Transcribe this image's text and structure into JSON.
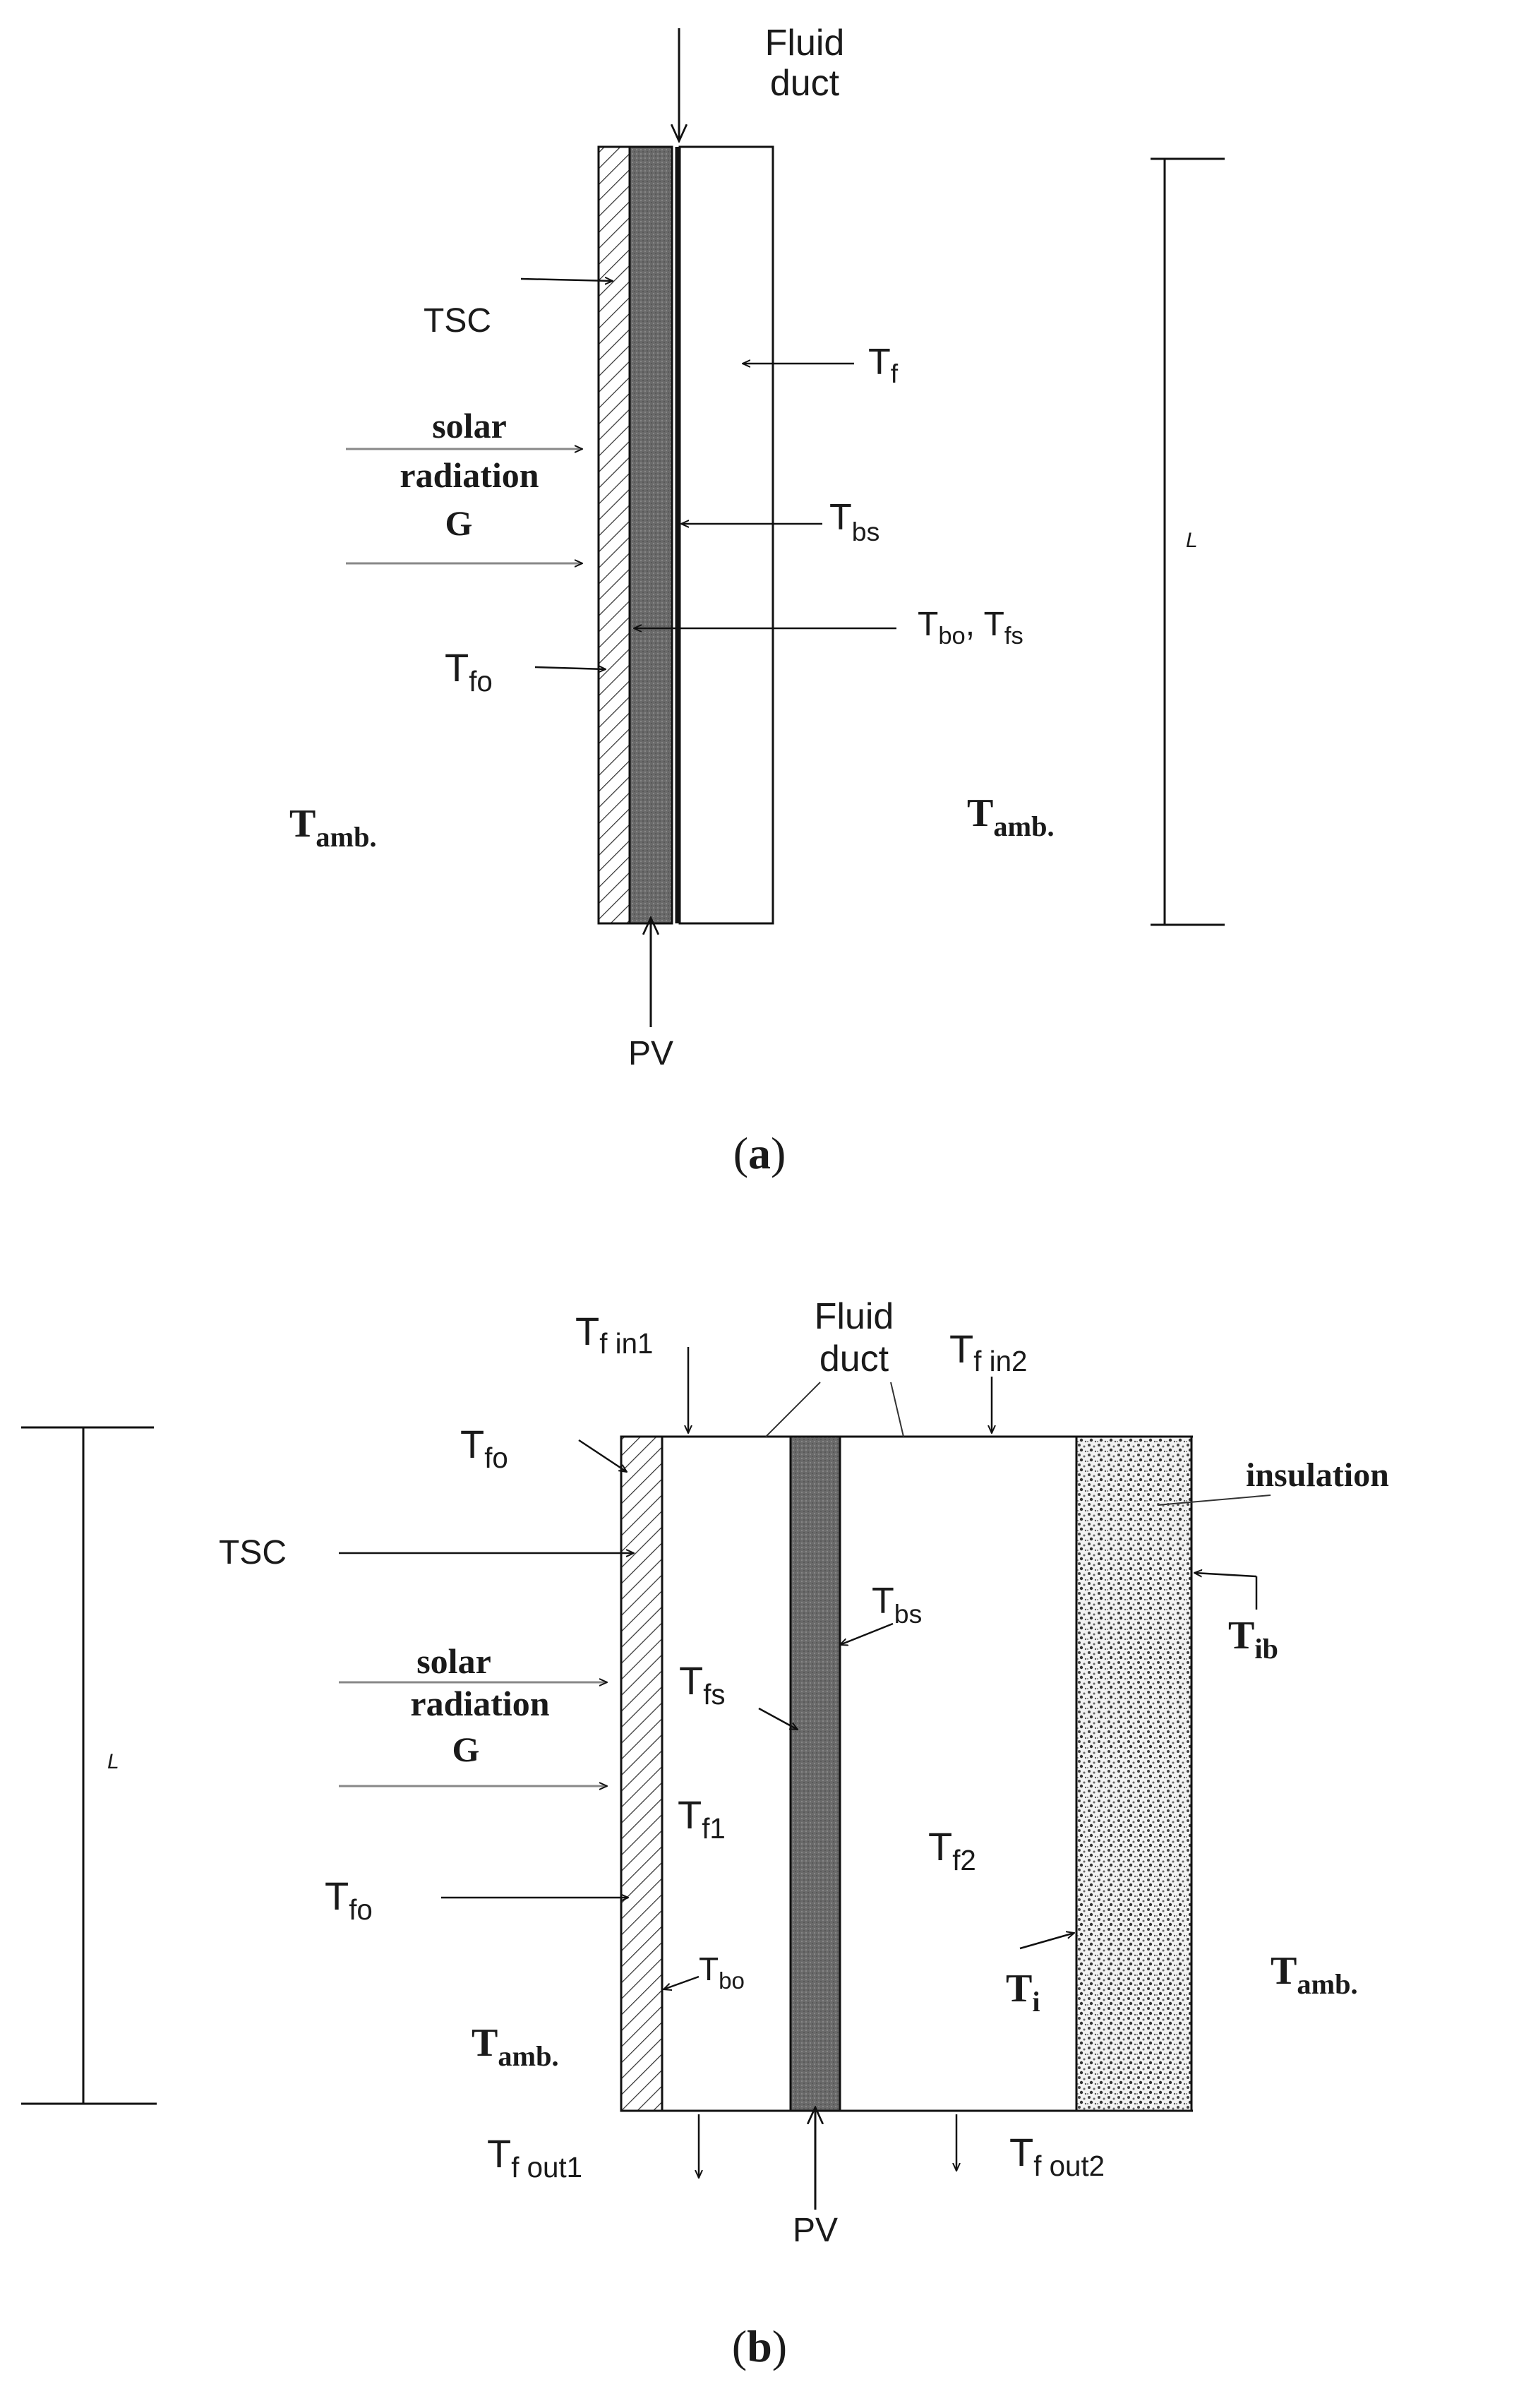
{
  "panel_a": {
    "caption_open": "(",
    "caption_letter": "a",
    "caption_close": ")",
    "fluid_duct": [
      "Fluid",
      "duct"
    ],
    "tsc": "TSC",
    "solar": [
      "solar",
      "radiation",
      "G"
    ],
    "t_f": {
      "main": "T",
      "sub": "f"
    },
    "t_bs": {
      "main": "T",
      "sub": "bs"
    },
    "t_bo_fs": {
      "main1": "T",
      "sub1": "bo",
      "sep": ", T",
      "sub2": "fs"
    },
    "t_fo": {
      "main": "T",
      "sub": "fo"
    },
    "t_amb_left": {
      "main": "T",
      "sub": "amb."
    },
    "t_amb_right": {
      "main": "T",
      "sub": "amb."
    },
    "pv": "PV",
    "length": "L"
  },
  "panel_b": {
    "caption_open": "(",
    "caption_letter": "b",
    "caption_close": ")",
    "fluid_duct": [
      "Fluid",
      "duct"
    ],
    "t_f_in1": {
      "main": "T",
      "sub": "f in1"
    },
    "t_f_in2": {
      "main": "T",
      "sub": "f in2"
    },
    "t_fo_top": {
      "main": "T",
      "sub": "fo"
    },
    "insulation": "insulation",
    "tsc": "TSC",
    "t_bs": {
      "main": "T",
      "sub": "bs"
    },
    "t_ib": {
      "main": "T",
      "sub": "ib"
    },
    "solar": [
      "solar",
      "radiation",
      "G"
    ],
    "t_fs": {
      "main": "T",
      "sub": "fs"
    },
    "t_f1": {
      "main": "T",
      "sub": "f1"
    },
    "t_f2": {
      "main": "T",
      "sub": "f2"
    },
    "t_fo_bottom": {
      "main": "T",
      "sub": "fo"
    },
    "t_bo": {
      "main": "T",
      "sub": "bo"
    },
    "t_i": {
      "main": "T",
      "sub": "i"
    },
    "t_amb_left": {
      "main": "T",
      "sub": "amb."
    },
    "t_amb_right": {
      "main": "T",
      "sub": "amb."
    },
    "t_f_out1": {
      "main": "T",
      "sub": "f out1"
    },
    "t_f_out2": {
      "main": "T",
      "sub": "f out2"
    },
    "pv": "PV",
    "length": "L"
  }
}
